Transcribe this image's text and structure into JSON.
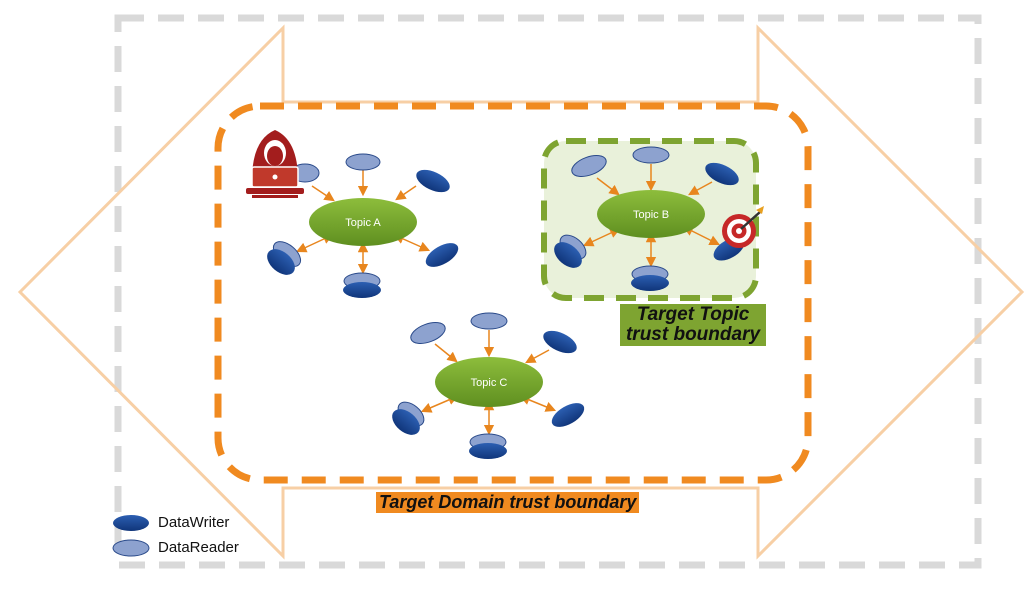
{
  "topics": [
    {
      "id": "a",
      "label": "Topic A"
    },
    {
      "id": "b",
      "label": "Topic B"
    },
    {
      "id": "c",
      "label": "Topic C"
    }
  ],
  "labels": {
    "topic_boundary_line1": "Target Topic",
    "topic_boundary_line2": "trust boundary",
    "domain_boundary": "Target Domain trust boundary"
  },
  "legend": {
    "writer": "DataWriter",
    "reader": "DataReader"
  },
  "icons": {
    "attacker": "hooded-hacker-icon",
    "target": "bullseye-target-icon"
  },
  "colors": {
    "topic_fill": "#7aab2e",
    "writer_fill": "#1f4e9c",
    "reader_fill": "#8da2cf",
    "arrow": "#e8861e",
    "domain_boundary": "#f08a20",
    "topic_boundary": "#7ea431",
    "outer_boundary": "#d9d9d9",
    "double_arrow": "#f7cfa5",
    "attacker": "#a31d1d"
  }
}
